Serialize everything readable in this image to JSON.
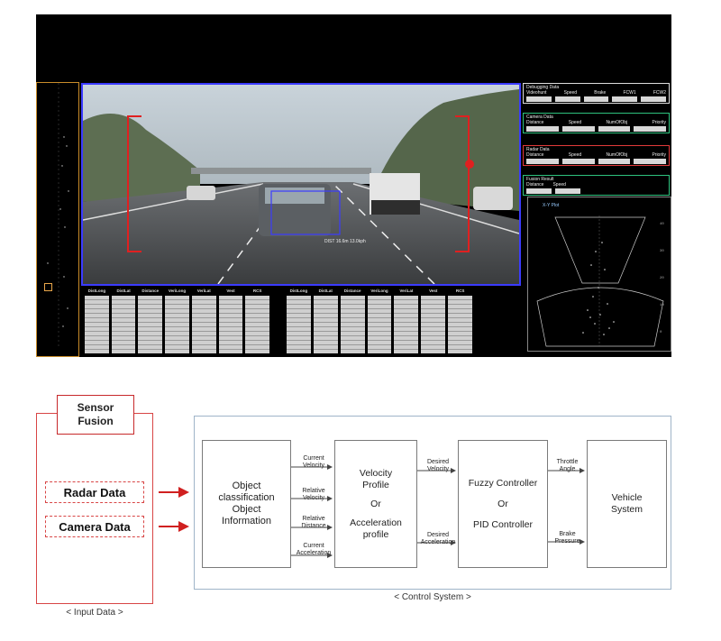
{
  "screen": {
    "table_headers": [
      "DistLong",
      "DistLat",
      "Distance",
      "VeriLong",
      "VeriLat",
      "Vest",
      "RCS"
    ],
    "panels": {
      "debug": {
        "title": "Debugging Data",
        "cols": [
          "Videohunt",
          "Speed",
          "Brake",
          "FCW1",
          "FCW2"
        ]
      },
      "camera": {
        "title": "Camera Data",
        "cols": [
          "Distance",
          "Speed",
          "NumOfObj",
          "Priority"
        ]
      },
      "radar": {
        "title": "Radar Data",
        "cols": [
          "Distance",
          "Speed",
          "NumOfObj",
          "Priority"
        ]
      },
      "fusion": {
        "title": "Fusion Result",
        "cols": [
          "Distance",
          "Speed"
        ]
      }
    },
    "radar_plot_label": "X-Y Plot",
    "colors": {
      "bracket": "#e02020",
      "cam_border": "#3b3bff",
      "left_plot_border": "#c98c2a"
    }
  },
  "diagram": {
    "sensor_fusion": "Sensor Fusion",
    "radar_data": "Radar Data",
    "camera_data": "Camera Data",
    "input_caption": "< Input  Data >",
    "control_caption": "< Control System >",
    "blocks": {
      "object": [
        "Object",
        "classification",
        "Object",
        "Information"
      ],
      "velocity": [
        "Velocity",
        "Profile",
        "",
        "Or",
        "",
        "Acceleration",
        "profile"
      ],
      "fuzzy": [
        "Fuzzy Controller",
        "",
        "Or",
        "",
        "PID Controller"
      ],
      "vehicle": [
        "Vehicle",
        "System"
      ]
    },
    "signals": {
      "current_velocity": [
        "Current",
        "Velocity"
      ],
      "relative_velocity": [
        "Relative",
        "Velocity"
      ],
      "relative_distance": [
        "Relative",
        "Distance"
      ],
      "current_acceleration": [
        "Current",
        "Acceleration"
      ],
      "desired_velocity": [
        "Desired",
        "Velocity"
      ],
      "desired_acceleration": [
        "Desired",
        "Acceleration"
      ],
      "throttle_angle": [
        "Throttle",
        "Angle"
      ],
      "brake_pressure": [
        "Brake",
        "Pressure"
      ]
    }
  }
}
